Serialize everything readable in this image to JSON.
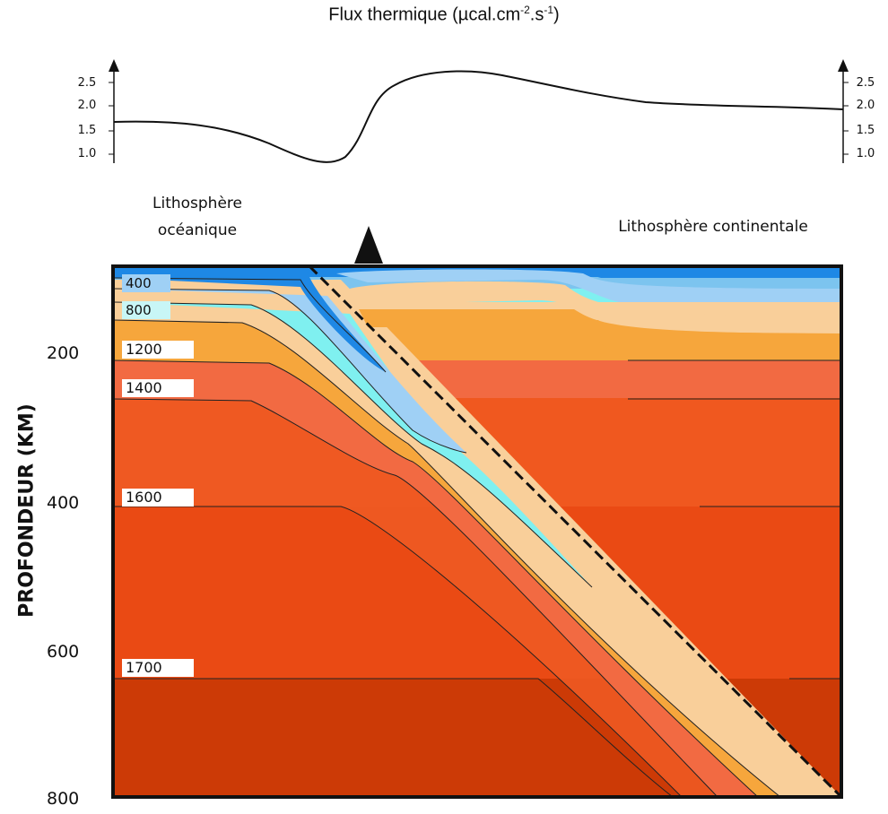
{
  "flux_panel": {
    "title": "Flux thermique (µcal.cm-2.s-1)",
    "title_main": "Flux thermique (",
    "title_unit": "µcal.cm",
    "title_exp1": "-2",
    "title_mid": ".s",
    "title_exp2": "-1",
    "title_close": ")",
    "left_ticks": [
      "2.5",
      "2.0",
      "1.5",
      "1.0"
    ],
    "right_ticks": [
      "2.5",
      "2.0",
      "1.5",
      "1.0"
    ]
  },
  "labels": {
    "oceanic_line1": "Lithosphère",
    "oceanic_line2": "océanique",
    "continental": "Lithosphère continentale"
  },
  "depth_axis": {
    "title": "PROFONDEUR (KM)",
    "ticks": [
      "200",
      "400",
      "600",
      "800"
    ]
  },
  "isotherms": [
    {
      "label": "400"
    },
    {
      "label": "800"
    },
    {
      "label": "1200"
    },
    {
      "label": "1400"
    },
    {
      "label": "1600"
    },
    {
      "label": "1700"
    }
  ],
  "colors": {
    "band_400": "#1e88e5",
    "band_800": "#7cc4ef",
    "band_cyan": "#7ff0f0",
    "band_1200": "#f9cf9a",
    "band_orange": "#f6a63c",
    "band_1400": "#f06a45",
    "band_1600": "#ee5a22",
    "band_1700": "#e94a12",
    "band_deep": "#cc3a06"
  },
  "volcano_icon": "triangle-volcano"
}
